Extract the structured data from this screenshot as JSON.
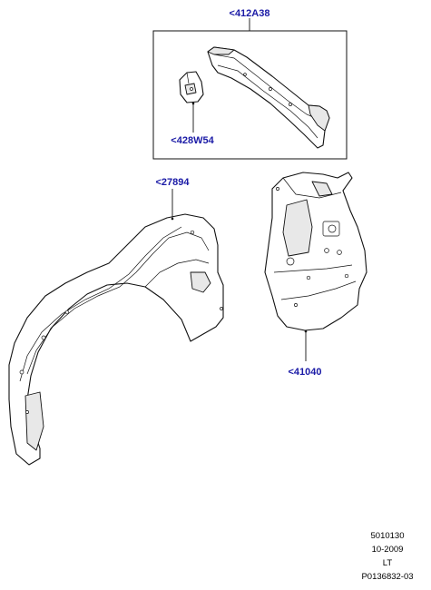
{
  "callouts": {
    "c412A38": "<412A38",
    "c428W54": "<428W54",
    "c27894": "<27894",
    "c41040": "<41040"
  },
  "footer": {
    "line1": "5010130",
    "line2": "10-2009",
    "line3": "LT",
    "line4": "P0136832-03"
  },
  "colors": {
    "callout": "#1a1aa6",
    "line": "#111111"
  }
}
